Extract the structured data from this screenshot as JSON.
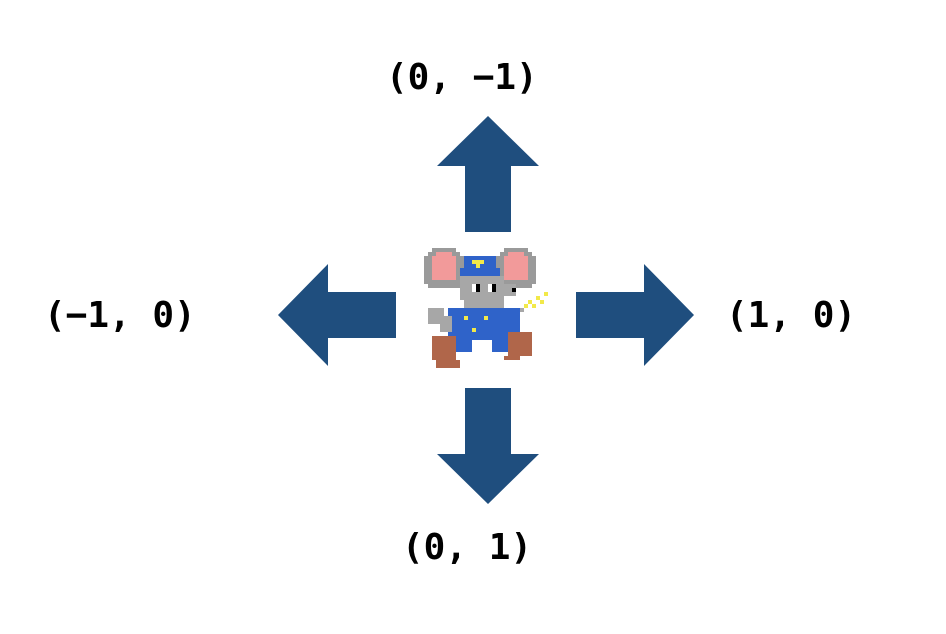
{
  "labels": {
    "up": "(0, −1)",
    "down": "(0, 1)",
    "left": "(−1, 0)",
    "right": "(1, 0)"
  },
  "colors": {
    "arrow": "#1f4e7e",
    "background": "#ffffff",
    "text": "#000000"
  },
  "icons": {
    "center": "mouse-police-sprite",
    "arrows": [
      "arrow-up-icon",
      "arrow-down-icon",
      "arrow-left-icon",
      "arrow-right-icon"
    ]
  }
}
